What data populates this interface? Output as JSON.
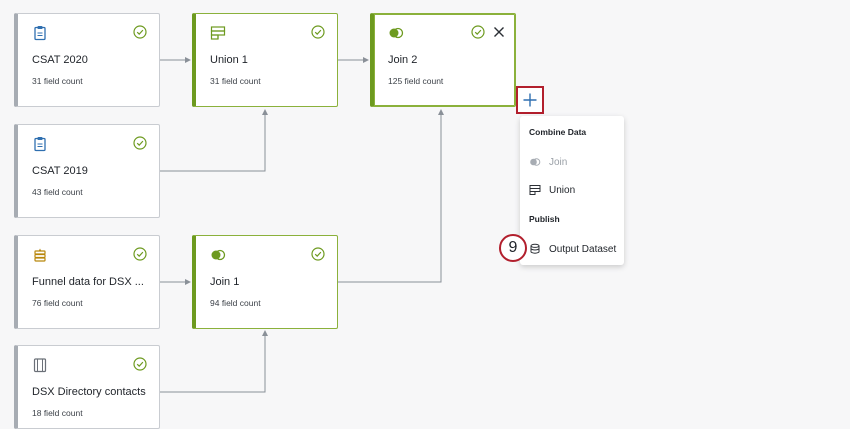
{
  "nodes": [
    {
      "id": "csat2020",
      "title": "CSAT 2020",
      "sub": "31 field count",
      "icon": "clipboard-icon"
    },
    {
      "id": "csat2019",
      "title": "CSAT 2019",
      "sub": "43 field count",
      "icon": "clipboard-icon"
    },
    {
      "id": "funnel",
      "title": "Funnel data for DSX ...",
      "sub": "76 field count",
      "icon": "database-stack-icon"
    },
    {
      "id": "dsxdir",
      "title": "DSX Directory contacts",
      "sub": "18 field count",
      "icon": "directory-icon"
    },
    {
      "id": "union1",
      "title": "Union 1",
      "sub": "31 field count",
      "icon": "union-icon"
    },
    {
      "id": "join1",
      "title": "Join 1",
      "sub": "94 field count",
      "icon": "join-icon"
    },
    {
      "id": "join2",
      "title": "Join 2",
      "sub": "125 field count",
      "icon": "join-icon"
    }
  ],
  "menu": {
    "combine_header": "Combine Data",
    "join_label": "Join",
    "union_label": "Union",
    "publish_header": "Publish",
    "output_label": "Output Dataset"
  },
  "step_number": "9",
  "colors": {
    "accent_green": "#6d9a1f",
    "check_green": "#6d9a1f",
    "source_blue": "#2f6fb0",
    "highlight_red": "#b21f2d"
  }
}
